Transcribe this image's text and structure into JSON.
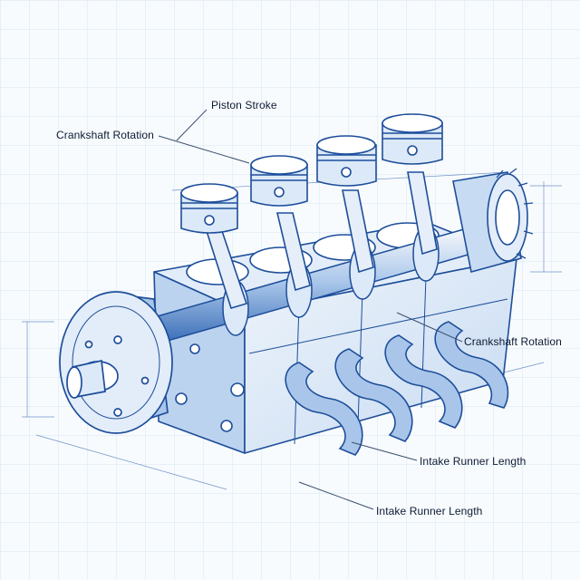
{
  "diagram": {
    "labels": {
      "piston_stroke": "Piston Stroke",
      "crankshaft_rotation_left": "Crankshaft Rotation",
      "crankshaft_rotation_right": "Crankshaft Rotation",
      "intake_runner_length_1": "Intake Runner Length",
      "intake_runner_length_2": "Intake Runner Length"
    },
    "colors": {
      "background": "#f8fbfe",
      "grid": "#d6e4f3",
      "ink": "#1d4e9a",
      "ink_dark": "#0f2f6b",
      "fill_light": "#dce9f8",
      "fill_mid": "#a9c6ea",
      "label_text": "#0d1b33"
    },
    "style": "blueprint sketch",
    "piston_count": 4,
    "intake_runner_count": 4
  }
}
